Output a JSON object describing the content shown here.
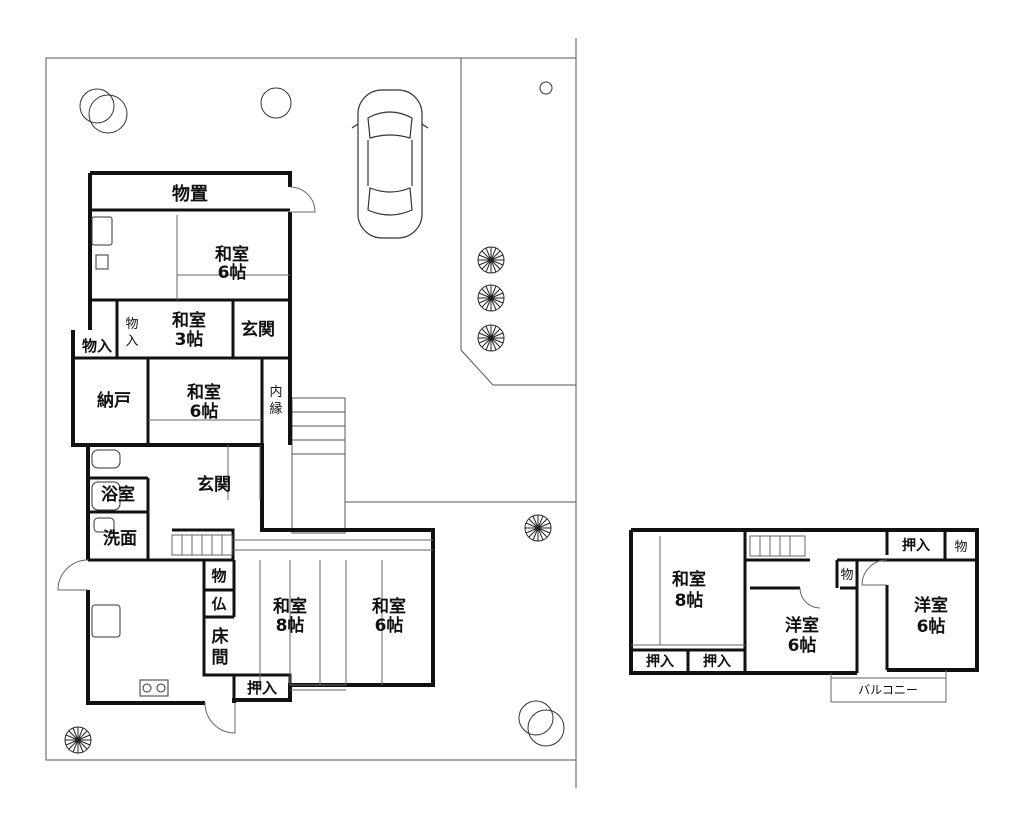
{
  "ground_floor": {
    "storage_shed": "物置",
    "washitsu_6_top": "和室",
    "washitsu_6_top_size": "6帖",
    "closet_mono_vertical": [
      "物",
      "入"
    ],
    "washitsu_3": "和室",
    "washitsu_3_size": "3帖",
    "genkan_north": "玄関",
    "monoire_west": "物入",
    "nando": "納戸",
    "washitsu_6_mid": "和室",
    "washitsu_6_mid_size": "6帖",
    "uchien": [
      "内",
      "縁"
    ],
    "genkan_main": "玄関",
    "bathroom": "浴室",
    "washroom": "洗面",
    "mono_small": "物",
    "butsudan": "仏",
    "tokonoma": [
      "床",
      "間"
    ],
    "oshiire": "押入",
    "washitsu_8": "和室",
    "washitsu_8_size": "8帖",
    "washitsu_6_south": "和室",
    "washitsu_6_south_size": "6帖"
  },
  "upper_floor": {
    "washitsu_8": "和室",
    "washitsu_8_size": "8帖",
    "oshiire_left": "押入",
    "oshiire_right": "押入",
    "yoshitsu_6_center": "洋室",
    "yoshitsu_6_center_size": "6帖",
    "mono_closet": "物",
    "oshiire_top": "押入",
    "mono_top": "物",
    "yoshitsu_6_right": "洋室",
    "yoshitsu_6_right_size": "6帖",
    "balcony": "バルコニー"
  },
  "colors": {
    "wall": "#111111",
    "line": "#555555",
    "background": "#ffffff"
  }
}
